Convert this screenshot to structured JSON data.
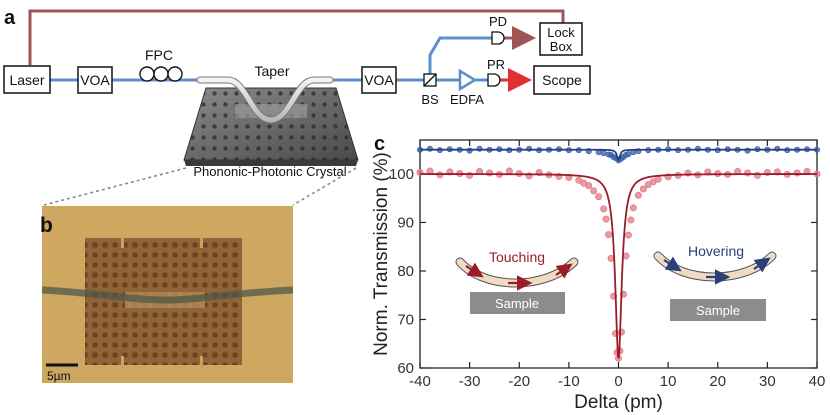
{
  "panels": {
    "a": "a",
    "b": "b",
    "c": "c"
  },
  "setup": {
    "laser": "Laser",
    "voa1": "VOA",
    "fpc": "FPC",
    "taper": "Taper",
    "voa2": "VOA",
    "bs": "BS",
    "edfa": "EDFA",
    "pd": "PD",
    "lockbox_line1": "Lock",
    "lockbox_line2": "Box",
    "pr": "PR",
    "scope": "Scope",
    "crystal_caption": "Phononic-Photonic Crystal"
  },
  "micrograph": {
    "scale_bar": "5µm"
  },
  "insets": {
    "touching": "Touching",
    "hovering": "Hovering",
    "sample_left": "Sample",
    "sample_right": "Sample"
  },
  "colors": {
    "fiber": "#5b8fcf",
    "feedback": "#a05555",
    "detector_out": "#e03030",
    "hover_series": "#3a5fb0",
    "touch_series": "#e37a82",
    "touch_fit": "#9a1c2a",
    "hover_fit": "#2b3f7a",
    "sample": "#8c8c8c",
    "micrograph_bg": "#c9a45c"
  },
  "chart_data": {
    "type": "scatter",
    "xlabel": "Delta (pm)",
    "ylabel": "Norm. Transmission (%)",
    "xlim": [
      -40,
      40
    ],
    "ylim": [
      60,
      107
    ],
    "xticks": [
      -40,
      -30,
      -20,
      -10,
      0,
      10,
      20,
      30,
      40
    ],
    "yticks": [
      60,
      70,
      80,
      90,
      100
    ],
    "grid": false,
    "series": [
      {
        "name": "Hovering",
        "kind": "points+fit",
        "baseline": 105,
        "dip_depth": 2.2,
        "linewidth_pm": 0.7,
        "x": [
          -40,
          -38,
          -36,
          -34,
          -32,
          -30,
          -28,
          -26,
          -24,
          -22,
          -20,
          -18,
          -16,
          -14,
          -12,
          -10,
          -8,
          -6,
          -4,
          -3,
          -2,
          -1.5,
          -1,
          -0.5,
          0,
          0.5,
          1,
          1.5,
          2,
          3,
          4,
          6,
          8,
          10,
          12,
          14,
          16,
          18,
          20,
          22,
          24,
          26,
          28,
          30,
          32,
          34,
          36,
          38,
          40
        ],
        "y": [
          105,
          105.2,
          104.9,
          105.1,
          105,
          104.8,
          105.2,
          105,
          105.1,
          104.9,
          105,
          105.2,
          104.9,
          105,
          105.1,
          104.9,
          104.9,
          104.7,
          104.5,
          104.3,
          104,
          103.9,
          103.5,
          103.2,
          102.8,
          103.1,
          103.5,
          103.9,
          104.1,
          104.5,
          104.7,
          104.9,
          105,
          105.1,
          104.9,
          105,
          105.2,
          105,
          104.9,
          105.1,
          105,
          104.8,
          105.1,
          105,
          105.2,
          104.9,
          105,
          105.1,
          105
        ]
      },
      {
        "name": "Touching",
        "kind": "points+fit",
        "baseline": 100,
        "dip_depth": 38,
        "linewidth_pm": 1.6,
        "x": [
          -40,
          -38,
          -36,
          -34,
          -32,
          -30,
          -28,
          -26,
          -24,
          -22,
          -20,
          -18,
          -16,
          -14,
          -12,
          -10,
          -8,
          -7,
          -6,
          -5,
          -4,
          -3,
          -2.5,
          -2,
          -1.5,
          -1,
          -0.6,
          -0.3,
          0,
          0.3,
          0.6,
          1,
          1.5,
          2,
          2.5,
          3,
          4,
          5,
          6,
          7,
          8,
          10,
          12,
          14,
          16,
          18,
          20,
          22,
          24,
          26,
          28,
          30,
          32,
          34,
          36,
          38,
          40
        ],
        "y": [
          100.3,
          100.6,
          99.8,
          100.4,
          100.1,
          99.7,
          100.5,
          100.2,
          99.9,
          100.6,
          100.1,
          99.6,
          100.3,
          99.8,
          99.5,
          99.3,
          98.7,
          98.1,
          97.6,
          96.5,
          95.3,
          92.8,
          90.7,
          87.5,
          82.6,
          74.8,
          67.1,
          63.2,
          62,
          63.5,
          67.4,
          75.2,
          83.1,
          87.4,
          90.5,
          93,
          95.6,
          96.9,
          97.8,
          98.4,
          98.9,
          99.4,
          99.7,
          100.2,
          99.8,
          100.4,
          100.1,
          99.9,
          100.5,
          100.2,
          99.7,
          100.3,
          100.4,
          99.9,
          100.2,
          100.5,
          100
        ]
      }
    ]
  }
}
